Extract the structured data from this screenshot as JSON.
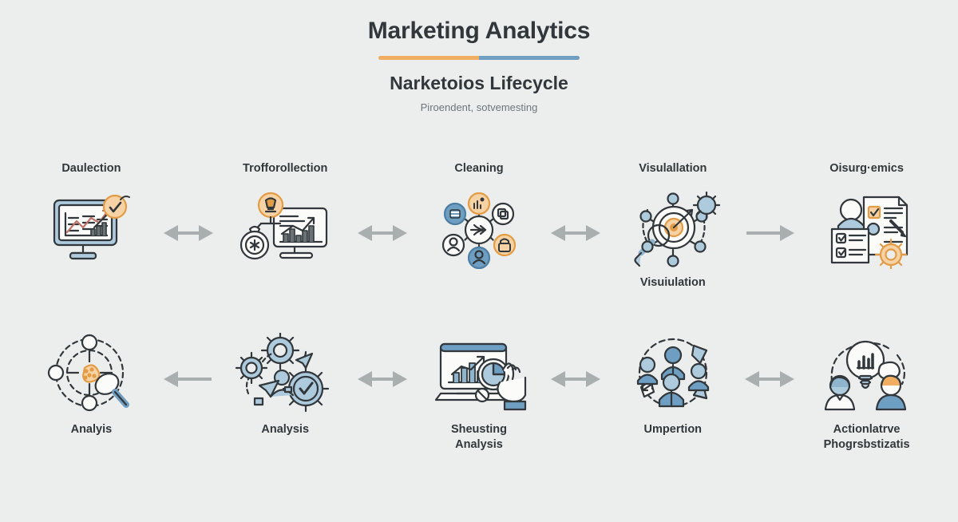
{
  "header": {
    "title": "Marketing Analytics",
    "accent_left_color": "#f1ae62",
    "accent_right_color": "#6e9ec2",
    "subtitle": "Narketoios Lifecycle",
    "caption": "Piroendent, sotvemesting"
  },
  "diagram": {
    "rows": [
      {
        "id": "row-1",
        "stages": [
          {
            "label_above": "Daulection",
            "label_below": "",
            "icon": "monitor-line-chart-check-icon"
          },
          {
            "label_above": "Trofforollection",
            "label_below": "",
            "icon": "laptop-bar-chart-trophy-medal-icon"
          },
          {
            "label_above": "Cleaning",
            "label_below": "",
            "icon": "network-nodes-hub-icon"
          },
          {
            "label_above": "Visulallation",
            "label_below": "Visuiulation",
            "icon": "target-magnifier-gear-icon"
          },
          {
            "label_above": "Oisurg·emics",
            "label_below": "",
            "icon": "checklist-documents-person-gear-icon"
          }
        ],
        "connectors": [
          "double-arrow",
          "double-arrow",
          "double-arrow",
          "right-arrow"
        ]
      },
      {
        "id": "row-2",
        "stages": [
          {
            "label_above": "",
            "label_below": "Analyis",
            "icon": "magnifier-orbit-cluster-icon"
          },
          {
            "label_above": "",
            "label_below": "Analysis",
            "icon": "gears-check-arrows-icon"
          },
          {
            "label_above": "",
            "label_below": "Sheusting\nAnalysis",
            "icon": "laptop-chart-pie-magnifier-hand-icon"
          },
          {
            "label_above": "",
            "label_below": "Umpertion",
            "icon": "team-people-circular-arrows-icon"
          },
          {
            "label_above": "",
            "label_below": "Actionlatrve\nPhogrsbstizatis",
            "icon": "lightbulb-bar-chart-people-icon"
          }
        ],
        "connectors": [
          "left-arrow",
          "double-arrow",
          "double-arrow",
          "double-arrow"
        ]
      }
    ]
  },
  "palette": {
    "background": "#eceeed",
    "ink": "#31373a",
    "arrow_gray": "#a9aeae",
    "orange": "#f1ae62",
    "orange_light": "#f7d2a4",
    "blue": "#6e9ec2",
    "blue_light": "#aecadd",
    "outline": "#31373a"
  }
}
